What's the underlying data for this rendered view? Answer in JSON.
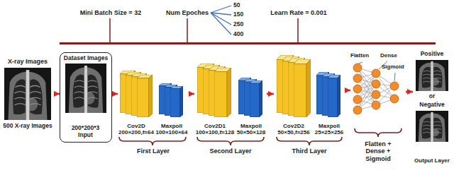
{
  "diagram": {
    "nodes": [
      {
        "text": [
          "X-ray Images",
          "500 X-ray Images"
        ]
      },
      {
        "text": [
          "Dataset Images",
          "200*200*3 Input"
        ]
      },
      {
        "text": [
          "Cov2D 200×200,f=64"
        ]
      },
      {
        "text": [
          "Maxpoll 100×100×64"
        ]
      },
      {
        "text": [
          "Cov2D1 100×100,f=128"
        ]
      },
      {
        "text": [
          "Maxpoll 50×50×128"
        ]
      },
      {
        "text": [
          "Cov2D2 50×50,f=256"
        ]
      },
      {
        "text": [
          "Maxpoll 25×25×256"
        ]
      },
      {
        "text": [
          "Flatten",
          "Dense",
          "Sigmoid",
          "Flatten + Dense + Sigmoid"
        ]
      },
      {
        "text": [
          "Positive",
          "or",
          "Negative",
          "Output Layer"
        ]
      }
    ],
    "edges": [
      {
        "from": 0,
        "to": 1,
        "arrow": "to"
      },
      {
        "from": 1,
        "to": 2,
        "arrow": "to"
      },
      {
        "from": 3,
        "to": 4,
        "arrow": "to"
      },
      {
        "from": 5,
        "to": 6,
        "arrow": "to"
      },
      {
        "from": 7,
        "to": 8,
        "arrow": "to"
      },
      {
        "from": 8,
        "to": 9,
        "arrow": "to"
      }
    ],
    "labels": [
      "Mini Batch Size = 32",
      "Num Epoches",
      "50",
      "150",
      "250",
      "400",
      "Learn Rate = 0.001",
      "First Layer",
      "Second Layer",
      "Third Layer"
    ]
  }
}
